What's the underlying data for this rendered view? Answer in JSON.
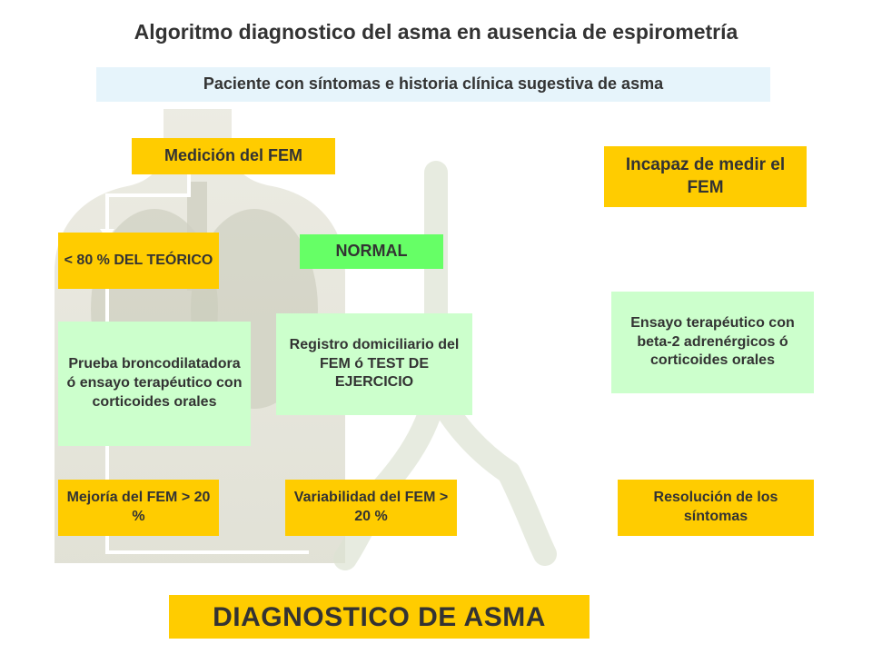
{
  "title": "Algoritmo diagnostico del asma en ausencia de espirometría",
  "colors": {
    "yellow": "#ffcc00",
    "light_green": "#ccffcc",
    "bright_green": "#66ff66",
    "light_blue": "#e6f4fb",
    "text": "#333333"
  },
  "nodes": {
    "patient": "Paciente con síntomas e historia clínica sugestiva de asma",
    "fem_measure": "Medición del FEM",
    "unable_fem": "Incapaz de medir el FEM",
    "below_80": "< 80 % DEL TEÓRICO",
    "normal": "NORMAL",
    "bronchodilator": "Prueba broncodilatadora ó ensayo terapéutico con corticoides orales",
    "home_record": "Registro domiciliario del FEM ó TEST DE EJERCICIO",
    "beta2_trial": "Ensayo terapéutico con beta-2 adrenérgicos ó corticoides orales",
    "fem_improve": "Mejoría del FEM > 20 %",
    "variability": "Variabilidad del FEM > 20 %",
    "resolution": "Resolución de los síntomas",
    "diagnosis": "DIAGNOSTICO DE ASMA"
  }
}
